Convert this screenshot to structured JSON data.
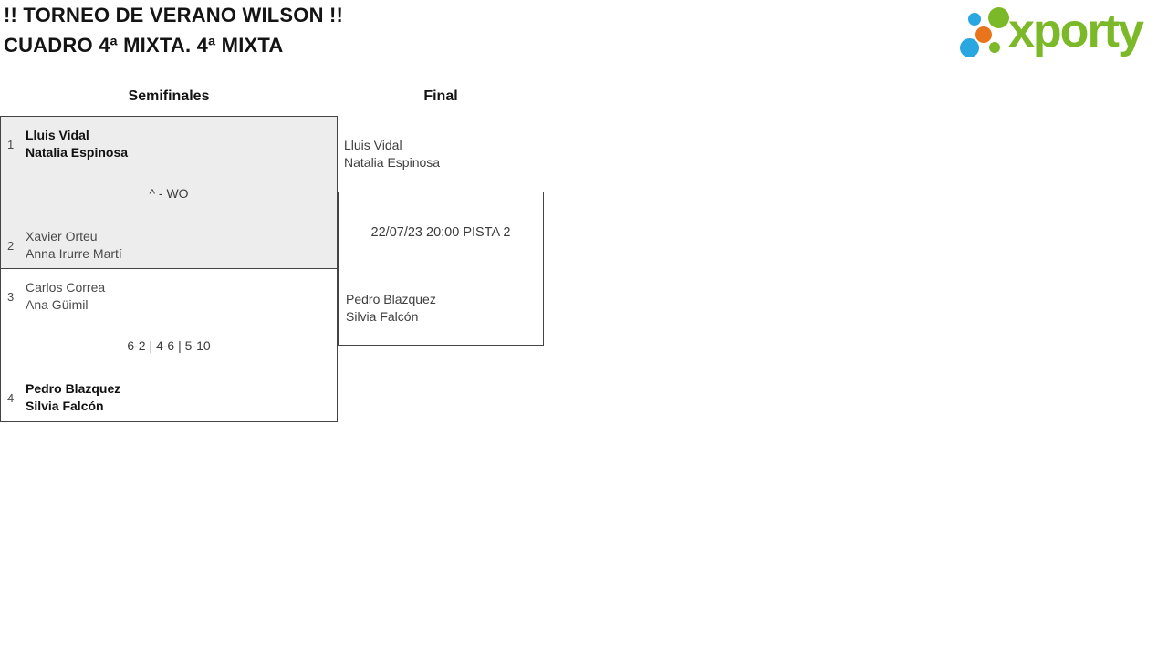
{
  "header": {
    "title_line1": "!! TORNEO DE VERANO WILSON !!",
    "title_line2": "CUADRO 4ª MIXTA. 4ª MIXTA"
  },
  "logo": {
    "wordmark": "xporty",
    "colors": {
      "green": "#7cb928",
      "blue": "#2aa7e0",
      "orange": "#e8751c"
    }
  },
  "bracket": {
    "round_labels": [
      "Semifinales",
      "Final"
    ],
    "semifinals": [
      {
        "score": "^ - WO",
        "teams": [
          {
            "seed": "1",
            "players": [
              "Lluis Vidal",
              "Natalia Espinosa"
            ],
            "winner": true
          },
          {
            "seed": "2",
            "players": [
              "Xavier Orteu",
              "Anna Irurre Martí"
            ],
            "winner": false
          }
        ]
      },
      {
        "score": "6-2 | 4-6 | 5-10",
        "teams": [
          {
            "seed": "3",
            "players": [
              "Carlos Correa",
              "Ana Güimil"
            ],
            "winner": false
          },
          {
            "seed": "4",
            "players": [
              "Pedro Blazquez",
              "Silvia Falcón"
            ],
            "winner": true
          }
        ]
      }
    ],
    "final": {
      "schedule": "22/07/23 20:00 PISTA 2",
      "teams": [
        {
          "players": [
            "Lluis Vidal",
            "Natalia Espinosa"
          ]
        },
        {
          "players": [
            "Pedro Blazquez",
            "Silvia Falcón"
          ]
        }
      ]
    }
  },
  "colors": {
    "match_highlight_bg": "#ededed",
    "box_border": "#444444"
  }
}
